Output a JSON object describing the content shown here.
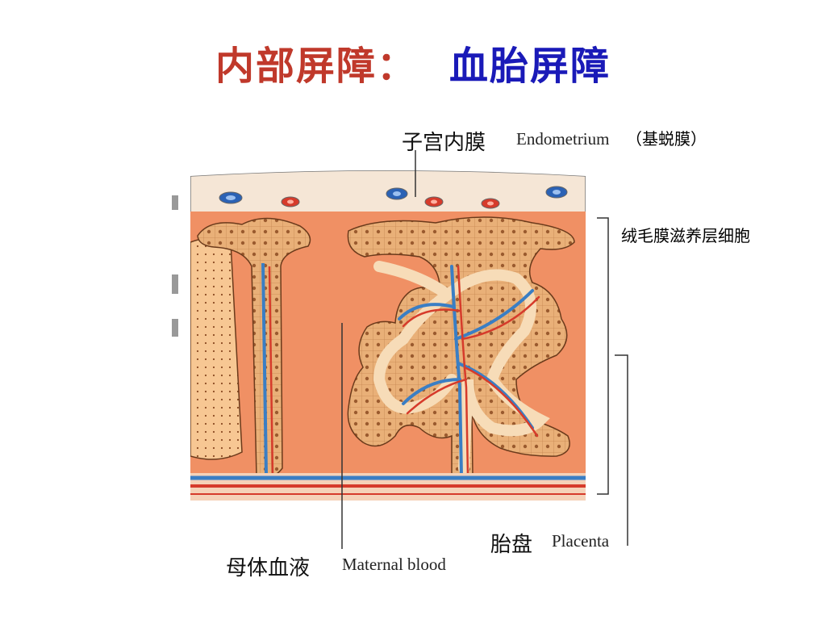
{
  "slide": {
    "title_part1": "内部屏障：",
    "title_part2": "血胎屏障"
  },
  "labels": {
    "endometrium_cn": "子宫内膜",
    "endometrium_en": "Endometrium",
    "decidua_basalis": "（基蜕膜）",
    "trophoblast": "绒毛膜滋养层细胞",
    "placenta_cn": "胎盘",
    "placenta_en": "Placenta",
    "maternal_blood_cn": "母体血液",
    "maternal_blood_en": "Maternal blood"
  },
  "colors": {
    "title_red": "#c0392b",
    "title_blue": "#1a1ab8",
    "maternal_blood_fill": "#ee8a5e",
    "villus_fill": "#f7c793",
    "vein_blue": "#3a7ec4",
    "artery_red": "#d63b2b",
    "membrane_cream": "#f5e6d6"
  }
}
